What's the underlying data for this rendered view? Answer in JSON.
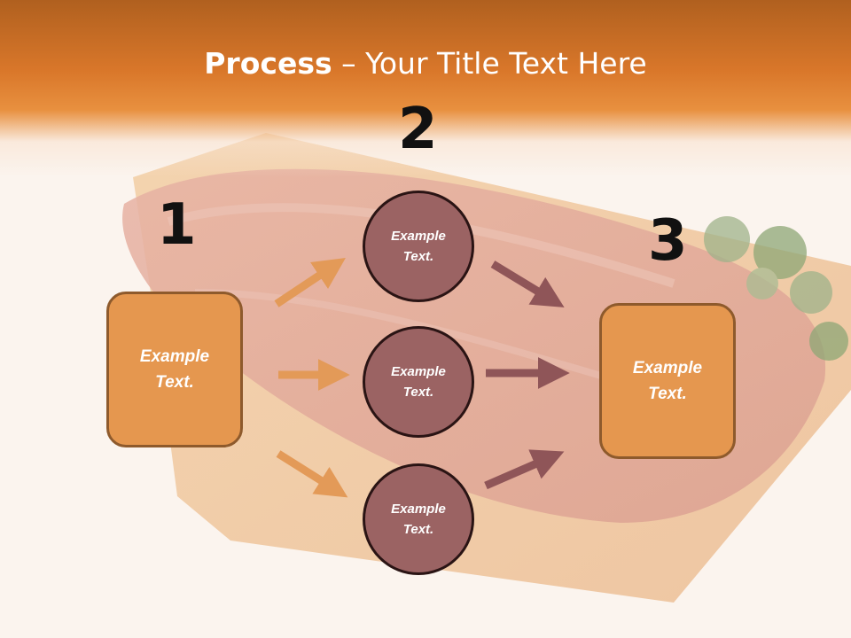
{
  "slide": {
    "title_bold": "Process",
    "title_rest": " – Your Title Text Here"
  },
  "steps": {
    "one": "1",
    "two": "2",
    "three": "3"
  },
  "boxes": {
    "left": "Example Text.",
    "right": "Example Text."
  },
  "circles": {
    "top": "Example Text.",
    "middle": "Example Text.",
    "bottom": "Example Text."
  },
  "colors": {
    "header": "#d9772a",
    "box_fill": "#e5974f",
    "box_border": "#8e5a2c",
    "circle_fill": "#9b6363",
    "circle_border": "#2a1414",
    "arrow_orange": "#e39a58",
    "arrow_maroon": "#8f5558"
  }
}
